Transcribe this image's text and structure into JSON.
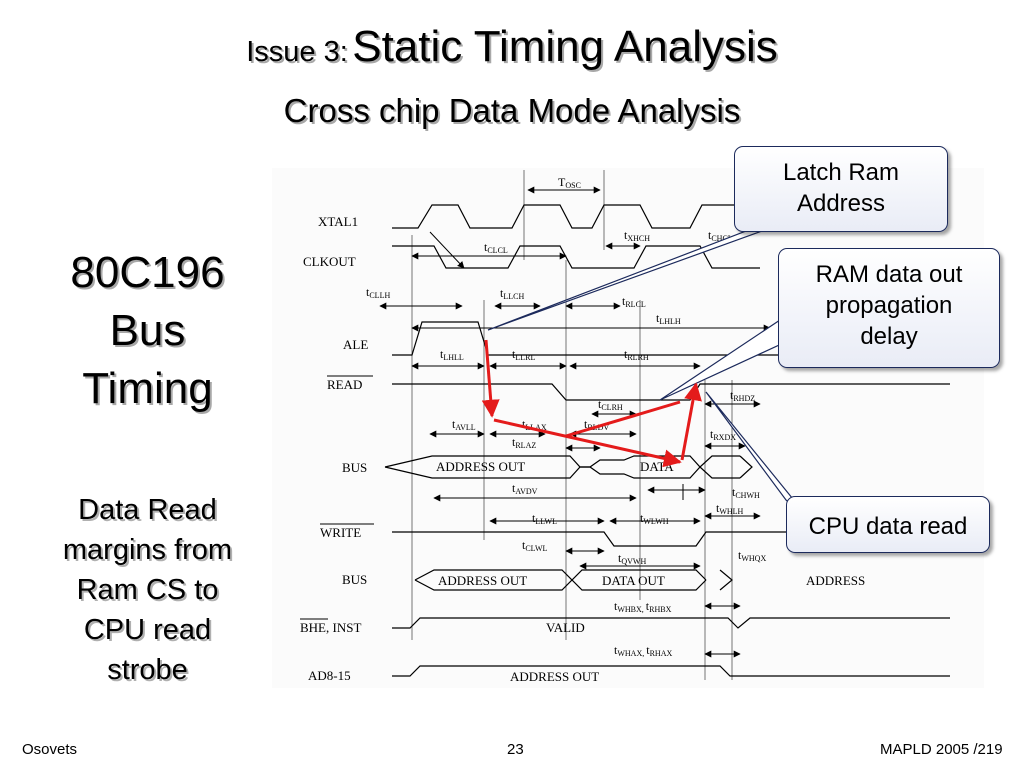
{
  "title": {
    "prefix": "Issue 3:",
    "main": "Static Timing Analysis"
  },
  "subtitle": "Cross chip Data Mode Analysis",
  "side_title": [
    "80C196",
    "Bus",
    "Timing"
  ],
  "side_text": [
    "Data Read",
    "margins from",
    "Ram CS to",
    "CPU read",
    "strobe"
  ],
  "callouts": {
    "latch": [
      "Latch Ram",
      "Address"
    ],
    "ram": [
      "RAM data out",
      "propagation",
      "delay"
    ],
    "cpu": "CPU data read"
  },
  "diagram": {
    "signals": {
      "xtal1": "XTAL1",
      "clkout": "CLKOUT",
      "ale": "ALE",
      "read": "READ",
      "bus1": "BUS",
      "write": "WRITE",
      "bus2": "BUS",
      "bhe": "BHE, INST",
      "ad815": "AD8-15"
    },
    "bus_labels": {
      "address_out": "ADDRESS OUT",
      "data": "DATA",
      "data_out": "DATA OUT",
      "address": "ADDRESS",
      "valid": "VALID"
    },
    "timings": {
      "osc": [
        "T",
        "OSC"
      ],
      "xhch": [
        "t",
        "XHCH"
      ],
      "chcl": [
        "t",
        "CHCL"
      ],
      "clcl": [
        "t",
        "CLCL"
      ],
      "cllh": [
        "t",
        "CLLH"
      ],
      "llch": [
        "t",
        "LLCH"
      ],
      "rlcl": [
        "t",
        "RLCL"
      ],
      "lhlh": [
        "t",
        "LHLH"
      ],
      "lhll": [
        "t",
        "LHLL"
      ],
      "llrl": [
        "t",
        "LLRL"
      ],
      "rlrh": [
        "t",
        "RLRH"
      ],
      "clrh": [
        "t",
        "CLRH"
      ],
      "rhdz": [
        "t",
        "RHDZ"
      ],
      "avll": [
        "t",
        "AVLL"
      ],
      "llax": [
        "t",
        "LLAX"
      ],
      "rldv": [
        "t",
        "RLDV"
      ],
      "rlaz": [
        "t",
        "RLAZ"
      ],
      "rxdx": [
        "t",
        "RXDX"
      ],
      "avdv": [
        "t",
        "AVDV"
      ],
      "chwh": [
        "t",
        "CHWH"
      ],
      "whlh": [
        "t",
        "WHLH"
      ],
      "llwl": [
        "t",
        "LLWL"
      ],
      "wlwh": [
        "t",
        "WLWH"
      ],
      "clwl": [
        "t",
        "CLWL"
      ],
      "qvwh": [
        "t",
        "QVWH"
      ],
      "whqx": [
        "t",
        "WHQX"
      ],
      "whbx": [
        "t",
        "WHBX, "
      ],
      "rhbx": [
        "t",
        "RHBX"
      ],
      "whax": [
        "t",
        "WHAX, "
      ],
      "rhax": [
        "t",
        "RHAX"
      ]
    }
  },
  "footer": {
    "left": "Osovets",
    "center": "23",
    "right": "MAPLD 2005 /219"
  },
  "colors": {
    "marker": "#e41b1b",
    "callout_border": "#1c2a5c"
  }
}
